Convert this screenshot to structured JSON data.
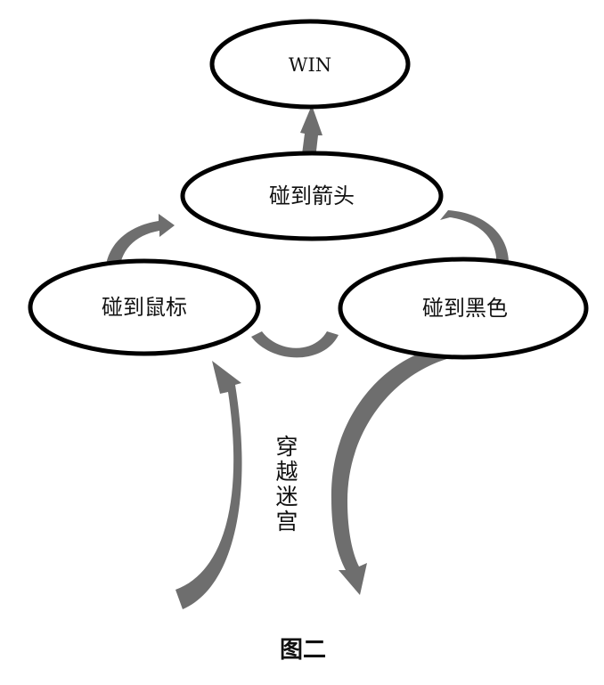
{
  "nodes": {
    "win": "WIN",
    "arrow": "碰到箭头",
    "mouse": "碰到鼠标",
    "black": "碰到黑色"
  },
  "side_label": [
    "穿",
    "越",
    "迷",
    "宫"
  ],
  "caption": "图二",
  "colors": {
    "arrow": "#6e6e6e",
    "outline": "#000000"
  }
}
